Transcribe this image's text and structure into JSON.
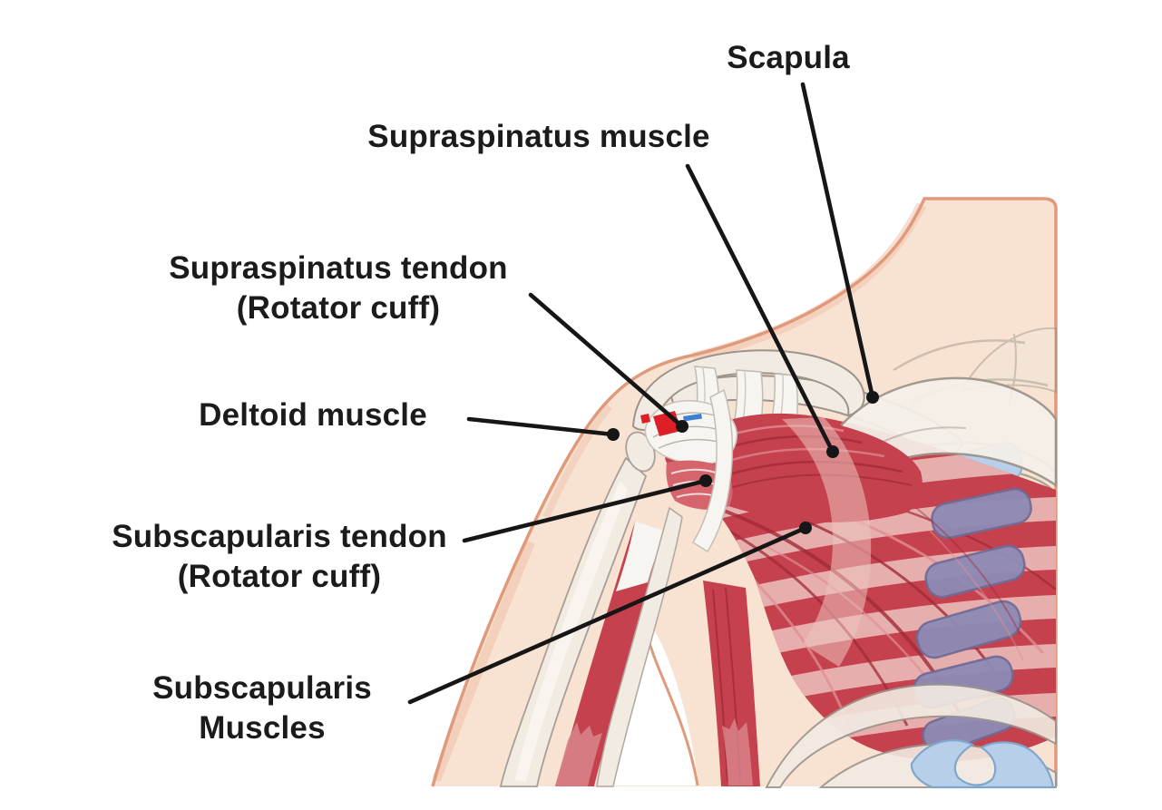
{
  "labels": {
    "scapula": {
      "text": "Scapula"
    },
    "supraspinatus_muscle": {
      "text": "Supraspinatus muscle"
    },
    "supraspinatus_tendon": {
      "line1": "Supraspinatus tendon",
      "line2": "(Rotator cuff)"
    },
    "deltoid_muscle": {
      "text": "Deltoid muscle"
    },
    "subscapularis_tendon": {
      "line1": "Subscapularis tendon",
      "line2": "(Rotator cuff)"
    },
    "subscapularis_muscles": {
      "line1": "Subscapularis",
      "line2": "Muscles"
    }
  },
  "colors": {
    "label_text": "#1b1b1b",
    "leader_line": "#161616",
    "skin": "#f8e3d3",
    "skin_shade": "#eec3ab",
    "skin_outline": "#e09a7b",
    "bone_ivory": "#f2ebe2",
    "bone_outline": "#9c948b",
    "tendon_white": "#f7f5f2",
    "muscle_red": "#c5414e",
    "muscle_red_dark": "#a02a37",
    "muscle_red_light": "#e08e94",
    "rib_pink": "#eecac5",
    "cartilage_purple": "#8e8bb6",
    "cartilage_purple_outline": "#6f6c96",
    "cartilage_blue": "#b7cfe9",
    "tear_red": "#dd2028",
    "marker_blue": "#3f7fd1",
    "background": "#ffffff"
  }
}
